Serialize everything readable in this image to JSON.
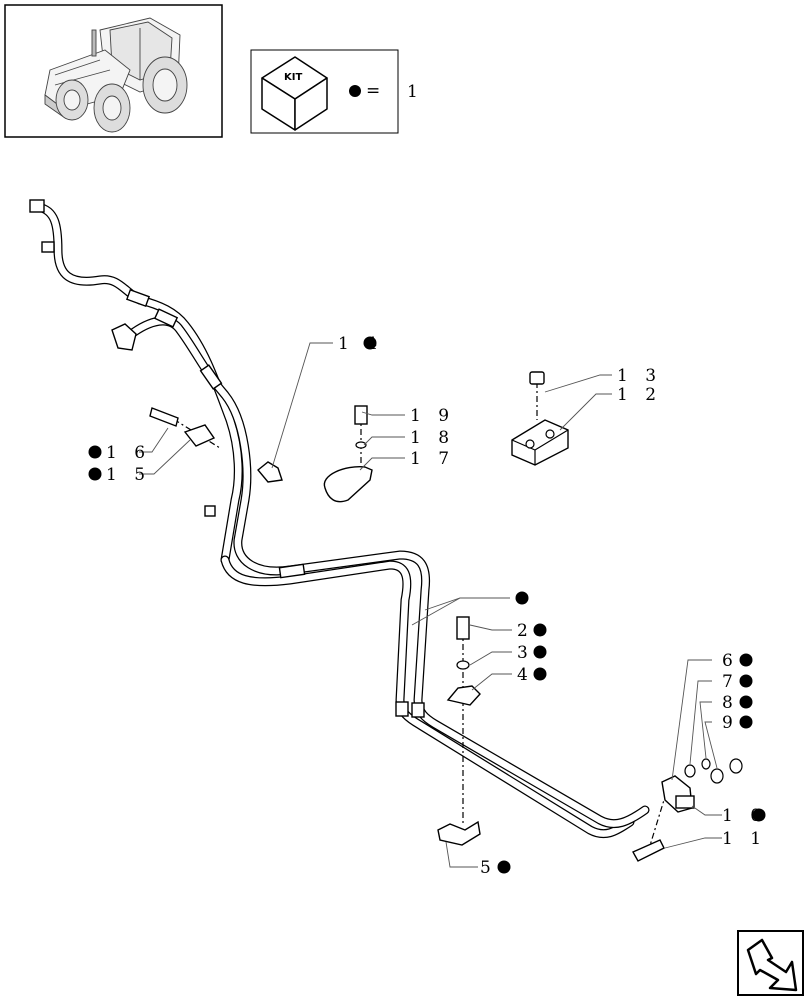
{
  "kit_box": {
    "badge": "KIT",
    "equals": "=",
    "quantity": "1"
  },
  "callouts": [
    {
      "id": "c1",
      "text": "1 4",
      "bullet": true
    },
    {
      "id": "c2",
      "text": "1 3",
      "bullet": false
    },
    {
      "id": "c3",
      "text": "1 2",
      "bullet": false
    },
    {
      "id": "c4",
      "text": "1 9",
      "bullet": false
    },
    {
      "id": "c5",
      "text": "1 8",
      "bullet": false
    },
    {
      "id": "c6",
      "text": "1 7",
      "bullet": false
    },
    {
      "id": "c7",
      "text": "1 6",
      "bullet": true
    },
    {
      "id": "c8",
      "text": "1 5",
      "bullet": true
    },
    {
      "id": "c9",
      "text": "",
      "bullet": true
    },
    {
      "id": "c10",
      "text": "2",
      "bullet": true
    },
    {
      "id": "c11",
      "text": "3",
      "bullet": true
    },
    {
      "id": "c12",
      "text": "4",
      "bullet": true
    },
    {
      "id": "c13",
      "text": "6",
      "bullet": true
    },
    {
      "id": "c14",
      "text": "7",
      "bullet": true
    },
    {
      "id": "c15",
      "text": "8",
      "bullet": true
    },
    {
      "id": "c16",
      "text": "9",
      "bullet": true
    },
    {
      "id": "c17",
      "text": "1 0",
      "bullet": true
    },
    {
      "id": "c18",
      "text": "1 1",
      "bullet": false
    },
    {
      "id": "c19",
      "text": "5",
      "bullet": true
    }
  ],
  "icons": {
    "tractor": "tractor-thumbnail-icon",
    "kit": "kit-cube-icon",
    "nav": "next-page-arrow-icon"
  }
}
